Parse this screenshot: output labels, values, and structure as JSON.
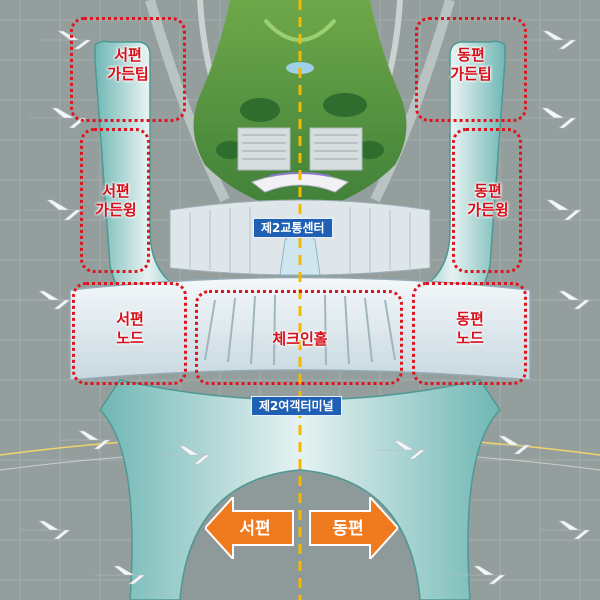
{
  "zones": {
    "west_garden_top": "서편\n가든팁",
    "east_garden_top": "동편\n가든팁",
    "west_garden_wing": "서편\n가든윙",
    "east_garden_wing": "동편\n가든윙",
    "west_node": "서편\n노드",
    "east_node": "동편\n노드",
    "checkin_hall": "체크인홀"
  },
  "labels": {
    "transport_center": "제2교통센터",
    "terminal": "제2여객터미널"
  },
  "directions": {
    "west": "서편",
    "east": "동편"
  },
  "colors": {
    "zone_outline": "#e0141e",
    "zone_text": "#d60f1a",
    "label_bg": "#1f5fb4",
    "arrow_orange": "#f07a1e",
    "center_line": "#f5b800"
  }
}
